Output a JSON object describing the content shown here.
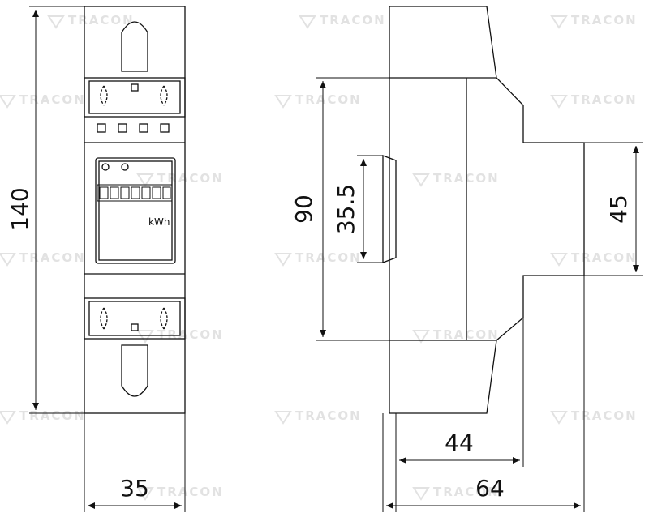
{
  "watermark": {
    "brand": "TRACON"
  },
  "front_view": {
    "height_label": "140",
    "width_label": "35",
    "display_unit": "kWh"
  },
  "side_view": {
    "height_label": "90",
    "rail_label": "35.5",
    "upper_label": "45",
    "depth_short_label": "44",
    "depth_total_label": "64"
  }
}
